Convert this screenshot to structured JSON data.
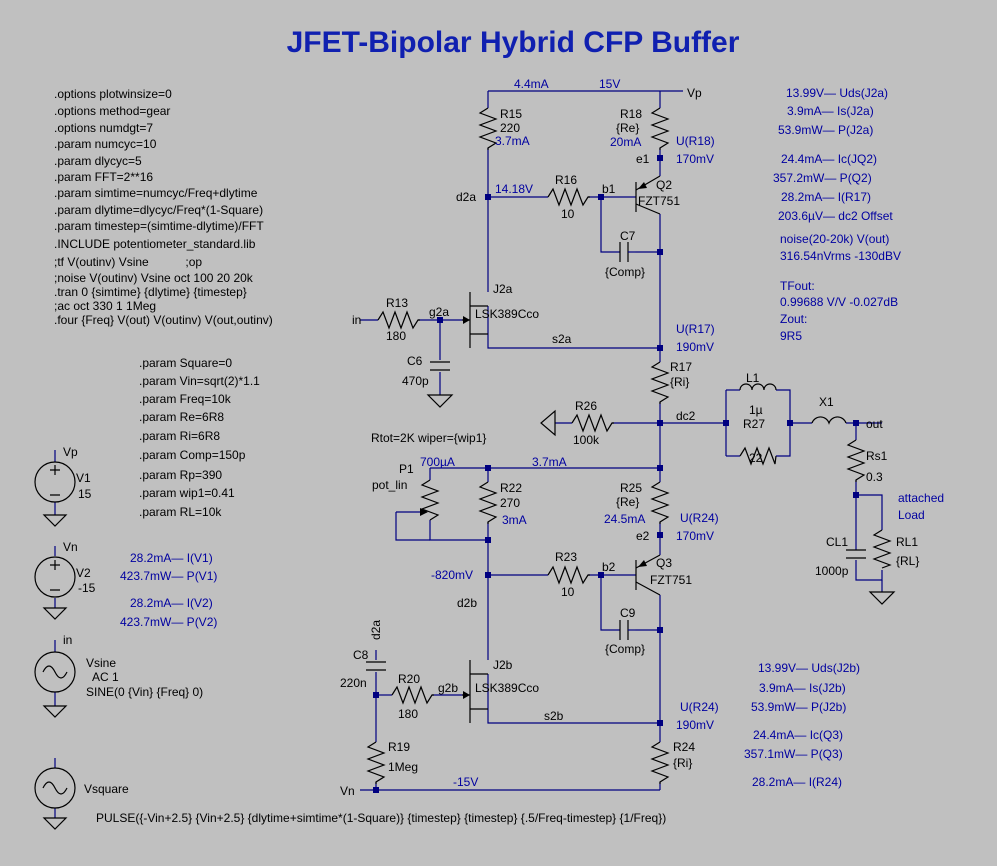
{
  "title": "JFET-Bipolar Hybrid CFP Buffer",
  "directives": [
    ".options plotwinsize=0",
    ".options method=gear",
    ".options numdgt=7",
    ".param numcyc=10",
    ".param dlycyc=5",
    ".param FFT=2**16",
    ".param simtime=numcyc/Freq+dlytime",
    ".param dlytime=dlycyc/Freq*(1-Square)",
    ".param timestep=(simtime-dlytime)/FFT",
    ".INCLUDE potentiometer_standard.lib"
  ],
  "comments": [
    ";tf V(outinv) Vsine           ;op",
    ";noise V(outinv) Vsine oct 100 20 20k",
    ".tran 0 {simtime} {dlytime} {timestep}",
    ";ac oct 330 1 1Meg",
    ".four {Freq} V(out) V(outinv) V(out,outinv)"
  ],
  "params": [
    ".param Square=0",
    ".param Vin=sqrt(2)*1.1",
    ".param Freq=10k",
    ".param Re=6R8",
    ".param Ri=6R8",
    ".param Comp=150p",
    ".param Rp=390",
    ".param wip1=0.41",
    ".param RL=10k"
  ],
  "right_top": [
    "13.99V— Uds(J2a)",
    "3.9mA— Is(J2a)",
    "53.9mW— P(J2a)",
    "24.4mA— Ic(JQ2)",
    "357.2mW— P(Q2)",
    "28.2mA— I(R17)",
    "203.6µV— dc2 Offset"
  ],
  "noise": [
    "noise(20-20k) V(out)",
    "316.54nVrms  -130dBV"
  ],
  "tfout": [
    "TFout:",
    "0.99688 V/V  -0.027dB",
    "Zout:",
    "9R5"
  ],
  "right_bottom": [
    "13.99V— Uds(J2b)",
    "3.9mA— Is(J2b)",
    "53.9mW— P(J2b)",
    "24.4mA— Ic(Q3)",
    "357.1mW— P(Q3)",
    "28.2mA— I(R24)"
  ],
  "left_meas": [
    "28.2mA— I(V1)",
    "423.7mW— P(V1)",
    "28.2mA— I(V2)",
    "423.7mW— P(V2)"
  ],
  "pulse": "PULSE({-Vin+2.5} {Vin+2.5} {dlytime+simtime*(1-Square)} {timestep} {timestep} {.5/Freq-timestep} {1/Freq})",
  "sources": {
    "v1": {
      "net": "Vp",
      "name": "V1",
      "value": "15"
    },
    "v2": {
      "net": "Vn",
      "name": "V2",
      "value": "-15"
    },
    "vsine": {
      "net": "in",
      "name": "Vsine",
      "l1": "AC 1",
      "l2": "SINE(0 {Vin} {Freq} 0)"
    },
    "vsquare": {
      "name": "Vsquare"
    }
  },
  "components": {
    "r15": {
      "name": "R15",
      "value": "220",
      "cur": "3.7mA"
    },
    "r18": {
      "name": "R18",
      "value": "{Re}",
      "cur": "20mA"
    },
    "r16": {
      "name": "R16",
      "value": "10"
    },
    "q2": {
      "name": "Q2",
      "part": "FZT751"
    },
    "c7": {
      "name": "C7",
      "value": "{Comp}"
    },
    "j2a": {
      "name": "J2a",
      "part": "LSK389Cco"
    },
    "r13": {
      "name": "R13",
      "value": "180"
    },
    "c6": {
      "name": "C6",
      "value": "470p"
    },
    "r17": {
      "name": "R17",
      "value": "{Ri}"
    },
    "r26": {
      "name": "R26",
      "value": "100k"
    },
    "l1": {
      "name": "L1",
      "value": "1µ"
    },
    "r27": {
      "name": "R27",
      "value": "22"
    },
    "x1": {
      "name": "X1"
    },
    "rs1": {
      "name": "Rs1",
      "value": "0.3"
    },
    "cl1": {
      "name": "CL1",
      "value": "1000p"
    },
    "rl1": {
      "name": "RL1",
      "value": "{RL}"
    },
    "p1": {
      "name": "P1",
      "part": "pot_lin"
    },
    "r22": {
      "name": "R22",
      "value": "270",
      "cur": "3mA"
    },
    "r25": {
      "name": "R25",
      "value": "{Re}",
      "cur": "24.5mA"
    },
    "r23": {
      "name": "R23",
      "value": "10"
    },
    "q3": {
      "name": "Q3",
      "part": "FZT751"
    },
    "c9": {
      "name": "C9",
      "value": "{Comp}"
    },
    "c8": {
      "name": "C8",
      "value": "220n"
    },
    "r20": {
      "name": "R20",
      "value": "180"
    },
    "j2b": {
      "name": "J2b",
      "part": "LSK389Cco"
    },
    "r19": {
      "name": "R19",
      "value": "1Meg"
    },
    "r24": {
      "name": "R24",
      "value": "{Ri}"
    }
  },
  "nets": {
    "vp": "Vp",
    "vn": "Vn",
    "in": "in",
    "out": "out",
    "d2a": "d2a",
    "d2b": "d2b",
    "d2a_c8": "d2a",
    "g2a": "g2a",
    "g2b": "g2b",
    "s2a": "s2a",
    "s2b": "s2b",
    "b1": "b1",
    "b2": "b2",
    "e1": "e1",
    "e2": "e2",
    "dc2": "dc2"
  },
  "labels": {
    "i_top": "4.4mA",
    "v_top": "15V",
    "v_d2a": "14.18V",
    "u_r18": "U(R18)",
    "v_e1": "170mV",
    "u_r17": "U(R17)",
    "v_s2a": "190mV",
    "rtot": "Rtot=2K wiper={wip1}",
    "i_p1": "700µA",
    "i_mid": "3.7mA",
    "u_r24a": "U(R24)",
    "v_e2": "170mV",
    "v_d2b": "-820mV",
    "u_r24b": "U(R24)",
    "v_s2b": "190mV",
    "v_bot": "-15V",
    "attached": "attached",
    "load": "Load"
  }
}
